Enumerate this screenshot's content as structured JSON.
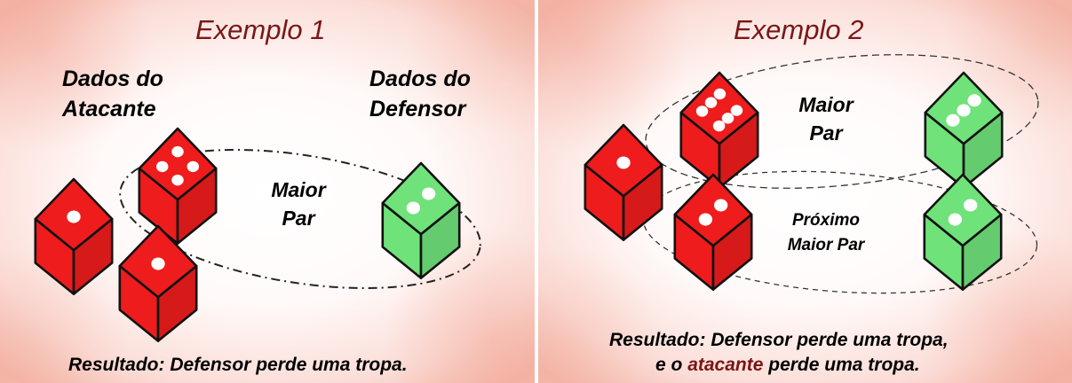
{
  "colors": {
    "attacker_die": "#ee1c1c",
    "defender_die": "#6fe27a",
    "title": "#7a1616"
  },
  "example1": {
    "title": "Exemplo 1",
    "attacker_label_line1": "Dados do",
    "attacker_label_line2": "Atacante",
    "defender_label_line1": "Dados do",
    "defender_label_line2": "Defensor",
    "pair_line1": "Maior",
    "pair_line2": "Par",
    "result": "Resultado: Defensor perde uma tropa.",
    "attacker_dice": [
      4,
      1,
      1
    ],
    "defender_dice": [
      2
    ]
  },
  "example2": {
    "title": "Exemplo 2",
    "top_pair_line1": "Maior",
    "top_pair_line2": "Par",
    "next_pair_line1": "Próximo",
    "next_pair_line2": "Maior Par",
    "result_line1": "Resultado: Defensor perde uma tropa,",
    "result_line2_prefix": "e o ",
    "result_line2_word": "atacante",
    "result_line2_suffix": " perde uma tropa.",
    "attacker_dice": [
      6,
      1,
      2
    ],
    "defender_dice": [
      3,
      2
    ]
  }
}
